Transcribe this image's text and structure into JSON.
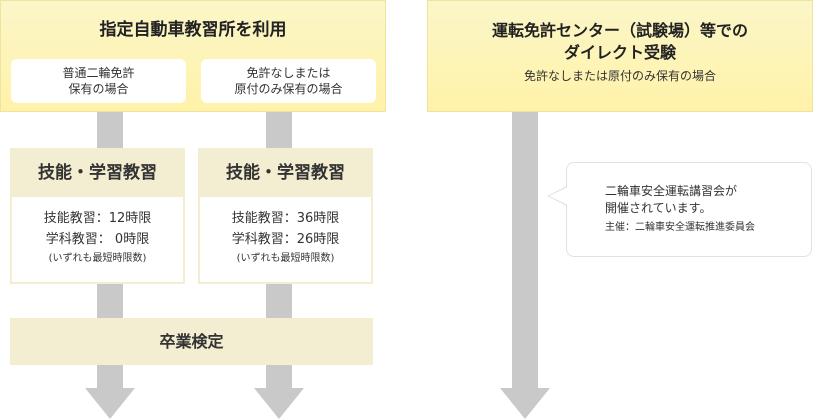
{
  "left_section": {
    "title": "指定自動車教習所を利用",
    "options": [
      {
        "line1": "普通二輪免許",
        "line2": "保有の場合"
      },
      {
        "line1": "免許なしまたは",
        "line2": "原付のみ保有の場合"
      }
    ],
    "courses": [
      {
        "heading": "技能・学習教習",
        "skill": "技能教習：12時限",
        "academic": "学科教習：  0時限",
        "note": "(いずれも最短時限数)"
      },
      {
        "heading": "技能・学習教習",
        "skill": "技能教習：36時限",
        "academic": "学科教習：26時限",
        "note": "(いずれも最短時限数)"
      }
    ],
    "graduation": "卒業検定"
  },
  "right_section": {
    "title_line1": "運転免許センター（試験場）等での",
    "title_line2": "ダイレクト受験",
    "subtitle": "免許なしまたは原付のみ保有の場合"
  },
  "callout": {
    "line1": "二輪車安全運転講習会が",
    "line2": "開催されています。",
    "sponsor": "主催：二輪車安全運転推進委員会"
  },
  "colors": {
    "header_bg": "#fff2a8",
    "course_bg": "#f3eed2",
    "connector": "#c9c9c9"
  }
}
